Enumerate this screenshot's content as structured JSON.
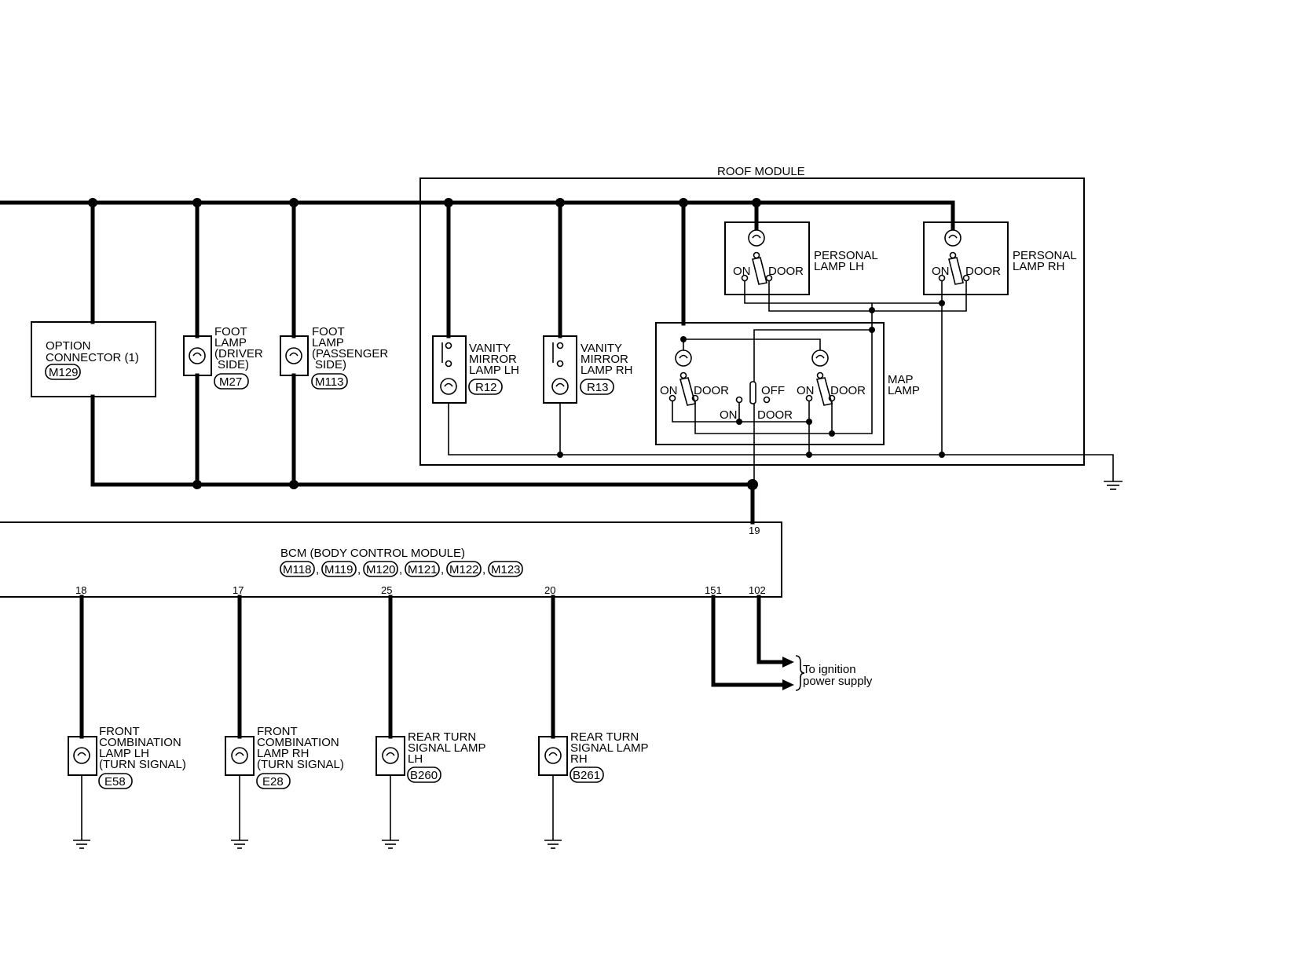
{
  "roof_module": {
    "title": "ROOF MODULE"
  },
  "option_connector": {
    "line1": "OPTION",
    "line2": "CONNECTOR (1)",
    "connector": "M129"
  },
  "foot_lamp_driver": {
    "lines": [
      "FOOT",
      "LAMP",
      "(DRIVER",
      "SIDE)"
    ],
    "connector": "M27"
  },
  "foot_lamp_passenger": {
    "lines": [
      "FOOT",
      "LAMP",
      "(PASSENGER",
      "SIDE)"
    ],
    "connector": "M113"
  },
  "vanity_lh": {
    "lines": [
      "VANITY",
      "MIRROR",
      "LAMP LH"
    ],
    "connector": "R12"
  },
  "vanity_rh": {
    "lines": [
      "VANITY",
      "MIRROR",
      "LAMP RH"
    ],
    "connector": "R13"
  },
  "personal_lh": {
    "lines": [
      "PERSONAL",
      "LAMP LH"
    ],
    "on": "ON",
    "door": "DOOR"
  },
  "personal_rh": {
    "lines": [
      "PERSONAL",
      "LAMP RH"
    ],
    "on": "ON",
    "door": "DOOR"
  },
  "map_lamp": {
    "lines": [
      "MAP",
      "LAMP"
    ],
    "left_on": "ON",
    "left_door": "DOOR",
    "center_off": "OFF",
    "center_on": "ON",
    "center_door": "DOOR",
    "right_on": "ON",
    "right_door": "DOOR"
  },
  "bcm": {
    "title": "BCM (BODY CONTROL MODULE)",
    "connectors": [
      "M118",
      "M119",
      "M120",
      "M121",
      "M122",
      "M123"
    ],
    "pin_top": "19",
    "pins_bottom": [
      "18",
      "17",
      "25",
      "20",
      "151",
      "102"
    ]
  },
  "ignition": {
    "line1": "To ignition",
    "line2": "power supply"
  },
  "front_combo_lh": {
    "lines": [
      "FRONT",
      "COMBINATION",
      "LAMP LH",
      "(TURN SIGNAL)"
    ],
    "connector": "E58"
  },
  "front_combo_rh": {
    "lines": [
      "FRONT",
      "COMBINATION",
      "LAMP RH",
      "(TURN SIGNAL)"
    ],
    "connector": "E28"
  },
  "rear_turn_lh": {
    "lines": [
      "REAR TURN",
      "SIGNAL LAMP",
      "LH"
    ],
    "connector": "B260"
  },
  "rear_turn_rh": {
    "lines": [
      "REAR TURN",
      "SIGNAL LAMP",
      "RH"
    ],
    "connector": "B261"
  }
}
